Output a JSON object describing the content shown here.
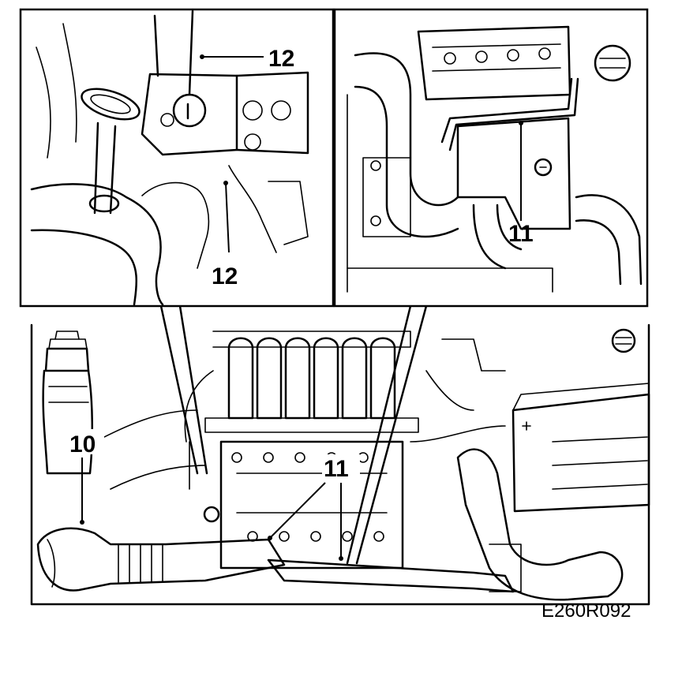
{
  "figure": {
    "callouts": {
      "inset_left_top": "12",
      "inset_left_bottom": "12",
      "inset_right": "11",
      "main_left": "10",
      "main_center": "11"
    },
    "figure_code": "E260R092"
  }
}
